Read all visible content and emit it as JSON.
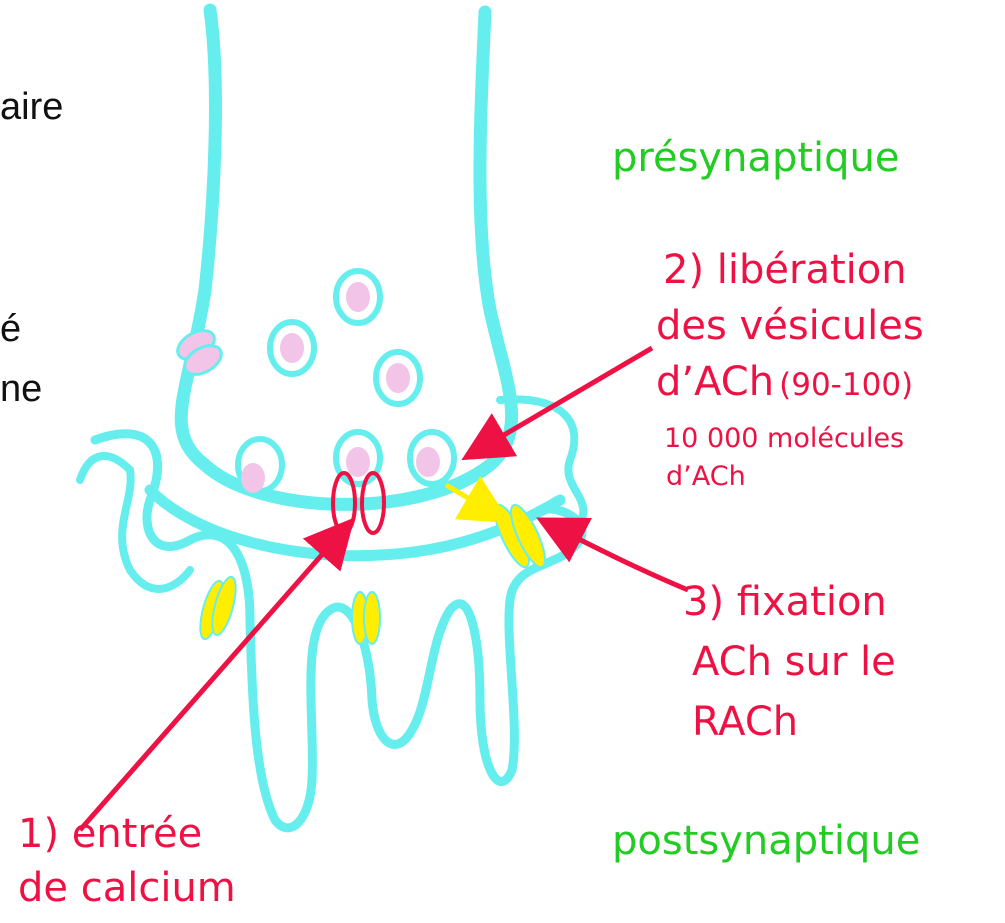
{
  "left_text_fragments": [
    "aire",
    "é",
    "ne"
  ],
  "labels": {
    "presynaptic": "présynaptique",
    "postsynaptic": "postsynaptique",
    "step1_line1": "1) entrée",
    "step1_line2": "de calcium",
    "step2_line1": "2) libération",
    "step2_line2": "des vésicules",
    "step2_line3a": "d’ACh",
    "step2_line3b": "(90-100)",
    "step2_line4": "10 000 molécules",
    "step2_line5": "d’ACh",
    "step3_line1": "3) fixation",
    "step3_line2": "ACh sur le",
    "step3_line3": "RACh"
  },
  "colors": {
    "membrane": "#66eeee",
    "vesicle_fill": "#f2c4e8",
    "receptor": "#ffee00",
    "label_red": "#ee1144",
    "label_green": "#22cc22",
    "arrow_red": "#ee1144",
    "arrow_yellow": "#ffee00"
  }
}
